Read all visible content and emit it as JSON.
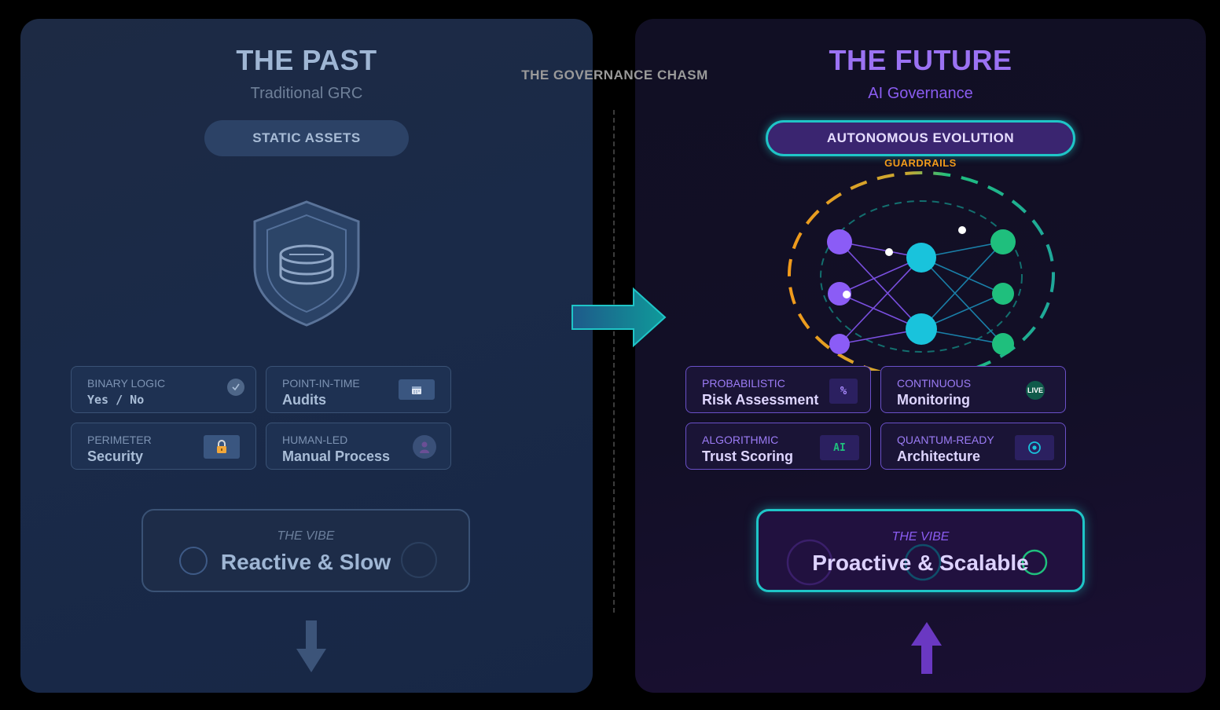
{
  "chasm": {
    "label": "THE GOVERNANCE CHASM"
  },
  "past": {
    "title": "THE PAST",
    "subtitle": "Traditional GRC",
    "pill": "STATIC ASSETS",
    "cards": [
      {
        "kicker": "BINARY LOGIC",
        "value": "Yes / No",
        "icon": "check-icon"
      },
      {
        "kicker": "POINT-IN-TIME",
        "value": "Audits",
        "icon": "calendar-icon"
      },
      {
        "kicker": "PERIMETER",
        "value": "Security",
        "icon": "lock-icon"
      },
      {
        "kicker": "HUMAN-LED",
        "value": "Manual Process",
        "icon": "person-icon"
      }
    ],
    "vibe": {
      "kicker": "THE VIBE",
      "value": "Reactive & Slow"
    },
    "icon": "shield-database-icon",
    "arrow": "arrow-down-icon"
  },
  "future": {
    "title": "THE FUTURE",
    "subtitle": "AI Governance",
    "pill": "AUTONOMOUS EVOLUTION",
    "guardrails_label": "GUARDRAILS",
    "cards": [
      {
        "kicker": "PROBABILISTIC",
        "value": "Risk Assessment",
        "icon_text": "%"
      },
      {
        "kicker": "CONTINUOUS",
        "value": "Monitoring",
        "icon_text": "LIVE"
      },
      {
        "kicker": "ALGORITHMIC",
        "value": "Trust Scoring",
        "icon_text": "AI"
      },
      {
        "kicker": "QUANTUM-READY",
        "value": "Architecture",
        "icon": "target-icon"
      }
    ],
    "vibe": {
      "kicker": "THE VIBE",
      "value": "Proactive & Scalable"
    },
    "icon": "neural-network-icon",
    "arrow": "arrow-up-icon"
  },
  "colors": {
    "past_accent": "#9fb6d4",
    "future_accent": "#9b72f3",
    "cyan": "#1fc5c7",
    "green": "#1fbf7d",
    "orange": "#f19a1b"
  }
}
